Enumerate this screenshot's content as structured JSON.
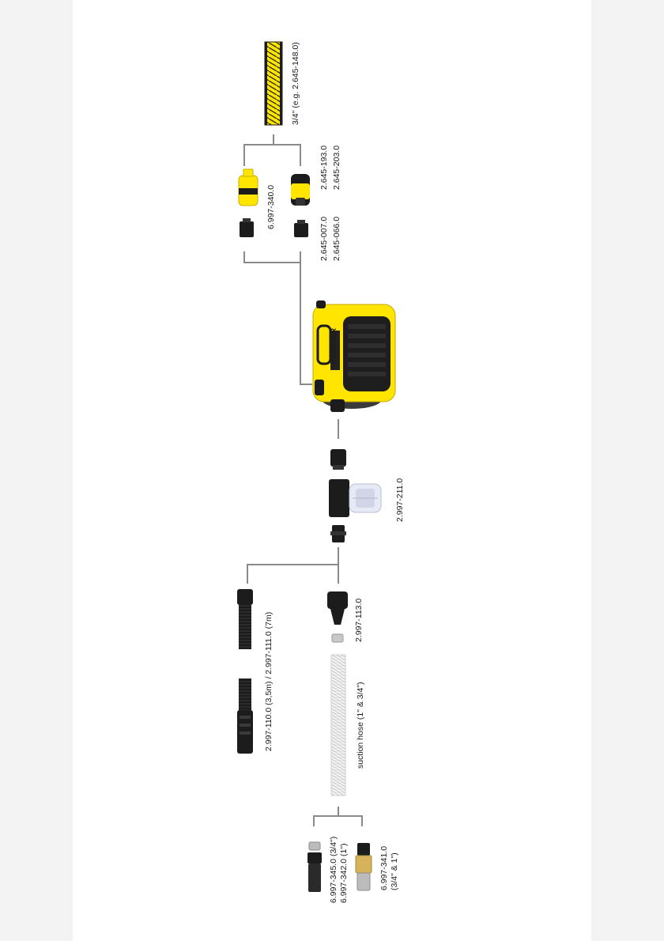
{
  "labels": {
    "garden_hose": "3/4\" (e.g. 2.645-148.0)",
    "connector_set": "6.997-340.0",
    "couplings_1": "2.645-193.0",
    "couplings_2": "2.645-203.0",
    "adapters_1": "2.645-007.0",
    "adapters_2": "2.645-066.0",
    "prefilter": "2.997-211.0",
    "suction_hoses": "2.997-110.0 (3,5m) / 2.997-111.0 (7m)",
    "hose_adapter": "2.997-113.0",
    "suction_hose": "suction hose (1\" & 3/4\")",
    "strainer_1": "6.997-345.0 (3/4\")",
    "strainer_2": "6.997-342.0 (1\")",
    "foot_valve_1": "6.997-341.0",
    "foot_valve_2": "(3/4\" & 1\")"
  },
  "brand": "KÄRCHER",
  "colors": {
    "yellow": "#ffe500",
    "black": "#1c1c1c",
    "grey_line": "#8a8a8a"
  }
}
